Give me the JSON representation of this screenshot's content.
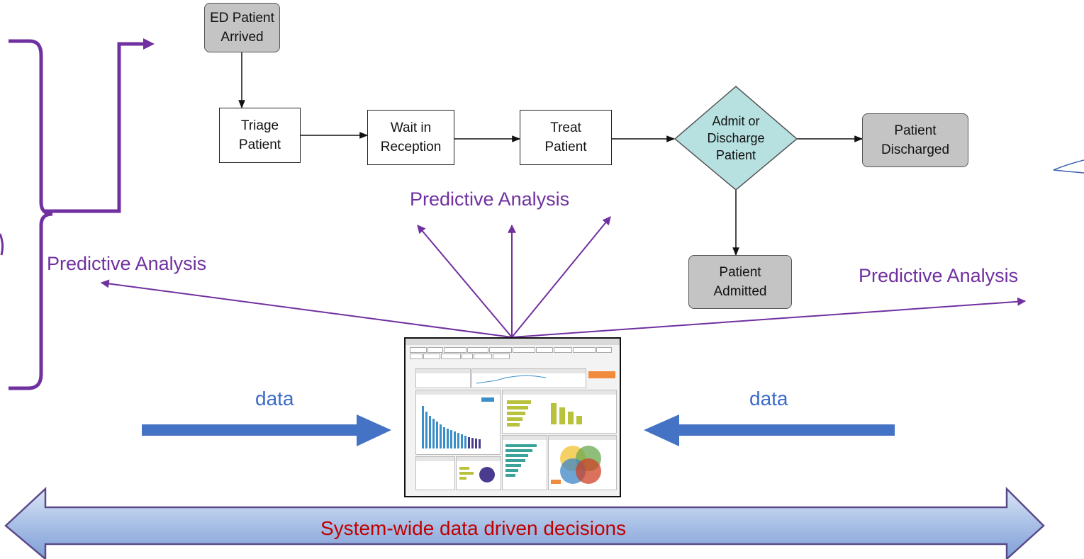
{
  "nodes": {
    "arrived": "ED Patient\nArrived",
    "triage": "Triage\nPatient",
    "wait": "Wait in\nReception",
    "treat": "Treat\nPatient",
    "decision": "Admit or\nDischarge\nPatient",
    "discharged": "Patient\nDischarged",
    "admitted": "Patient\nAdmitted"
  },
  "labels": {
    "predictive_center": "Predictive Analysis",
    "predictive_left": "Predictive Analysis",
    "predictive_right": "Predictive Analysis",
    "data_left": "data",
    "data_right": "data",
    "banner": "System-wide data driven decisions"
  },
  "colors": {
    "purple": "#7030a0",
    "blue_arrow": "#4472c4",
    "terminal_fill": "#c4c4c4",
    "decision_fill": "#b7e0e0",
    "banner_text": "#c00000"
  }
}
